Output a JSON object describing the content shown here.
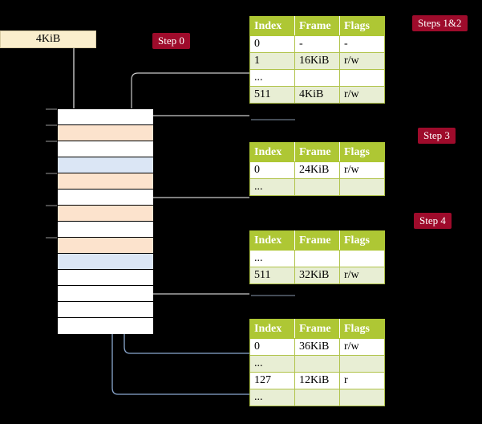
{
  "source_box": {
    "label": "4KiB"
  },
  "badges": [
    {
      "name": "step-0",
      "label": "Step 0"
    },
    {
      "name": "steps-1-2",
      "label": "Steps 1&2"
    },
    {
      "name": "step-3",
      "label": "Step 3"
    },
    {
      "name": "step-4",
      "label": "Step 4"
    }
  ],
  "memory": {
    "cells": [
      {
        "fill": "white"
      },
      {
        "fill": "orange"
      },
      {
        "fill": "white"
      },
      {
        "fill": "blue"
      },
      {
        "fill": "orange"
      },
      {
        "fill": "white"
      },
      {
        "fill": "orange"
      },
      {
        "fill": "white"
      },
      {
        "fill": "orange"
      },
      {
        "fill": "blue"
      },
      {
        "fill": "white"
      },
      {
        "fill": "white"
      },
      {
        "fill": "white"
      },
      {
        "fill": "white"
      }
    ]
  },
  "tables": [
    {
      "name": "page-table-level-1",
      "headers": [
        "Index",
        "Frame",
        "Flags"
      ],
      "rows": [
        {
          "cells": [
            "0",
            "-",
            "-"
          ],
          "alt": false,
          "highlight": false
        },
        {
          "cells": [
            "1",
            "16KiB",
            "r/w"
          ],
          "alt": true,
          "highlight": false
        },
        {
          "cells": [
            "...",
            "",
            ""
          ],
          "alt": false,
          "highlight": false
        },
        {
          "cells": [
            "511",
            "4KiB",
            "r/w"
          ],
          "alt": true,
          "highlight": true
        }
      ]
    },
    {
      "name": "page-table-level-2",
      "headers": [
        "Index",
        "Frame",
        "Flags"
      ],
      "rows": [
        {
          "cells": [
            "0",
            "24KiB",
            "r/w"
          ],
          "alt": false,
          "highlight": false
        },
        {
          "cells": [
            "...",
            "",
            ""
          ],
          "alt": true,
          "highlight": false
        }
      ]
    },
    {
      "name": "page-table-level-3",
      "headers": [
        "Index",
        "Frame",
        "Flags"
      ],
      "rows": [
        {
          "cells": [
            "...",
            "",
            ""
          ],
          "alt": false,
          "highlight": false
        },
        {
          "cells": [
            "511",
            "32KiB",
            "r/w"
          ],
          "alt": true,
          "highlight": false
        }
      ]
    },
    {
      "name": "page-table-level-4",
      "headers": [
        "Index",
        "Frame",
        "Flags"
      ],
      "rows": [
        {
          "cells": [
            "0",
            "36KiB",
            "r/w"
          ],
          "alt": false,
          "highlight": false
        },
        {
          "cells": [
            "...",
            "",
            ""
          ],
          "alt": true,
          "highlight": false
        },
        {
          "cells": [
            "127",
            "12KiB",
            "r"
          ],
          "alt": false,
          "highlight": false
        },
        {
          "cells": [
            "...",
            "",
            ""
          ],
          "alt": true,
          "highlight": false
        }
      ]
    }
  ],
  "colors": {
    "background": "#000000",
    "table_header": "#aec734",
    "table_border": "#b0c34a",
    "table_alt_row": "#e8eed4",
    "highlight": "#fbf6a0",
    "badge": "#9e0b2b",
    "source_box": "#faeecd",
    "mem_orange": "#fce3cd",
    "mem_blue": "#dbe6f5",
    "arrow_gray": "#c9c9c9",
    "arrow_blue": "#7a9fc9"
  }
}
